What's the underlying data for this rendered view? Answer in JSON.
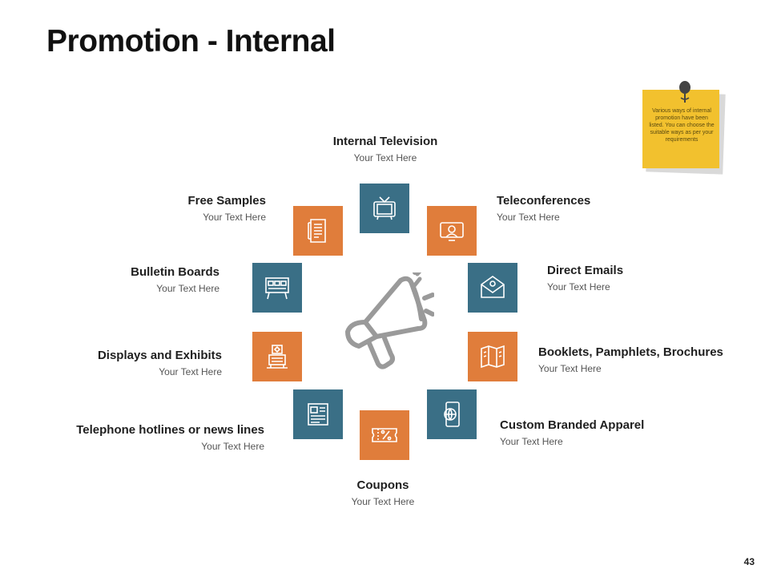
{
  "title": "Promotion - Internal",
  "page_number": "43",
  "colors": {
    "teal": "#3a6f86",
    "orange": "#e07d3b",
    "note": "#f2c12e",
    "icon_gray": "#9a9a9a"
  },
  "note": {
    "text": "Various ways of internal promotion have been listed. You can choose the suitable ways as per your requirements",
    "icon": "pin-icon"
  },
  "center_icon": "megaphone-icon",
  "items": [
    {
      "title": "Internal Television",
      "sub": "Your Text Here",
      "icon": "television-icon"
    },
    {
      "title": "Teleconferences",
      "sub": "Your Text Here",
      "icon": "teleconference-icon"
    },
    {
      "title": "Direct Emails",
      "sub": "Your Text Here",
      "icon": "email-icon"
    },
    {
      "title": "Booklets,  Pamphlets, Brochures",
      "sub": "Your Text Here",
      "icon": "brochure-icon"
    },
    {
      "title": "Custom Branded Apparel",
      "sub": "Your Text Here",
      "icon": "mobile-globe-icon"
    },
    {
      "title": "Coupons",
      "sub": "Your Text Here",
      "icon": "coupon-icon"
    },
    {
      "title": "Telephone hotlines or news lines",
      "sub": "Your Text Here",
      "icon": "newspaper-icon"
    },
    {
      "title": "Displays and Exhibits",
      "sub": "Your Text Here",
      "icon": "exhibit-icon"
    },
    {
      "title": "Bulletin Boards",
      "sub": "Your Text Here",
      "icon": "bulletin-board-icon"
    },
    {
      "title": "Free Samples",
      "sub": "Your Text Here",
      "icon": "document-icon"
    }
  ]
}
